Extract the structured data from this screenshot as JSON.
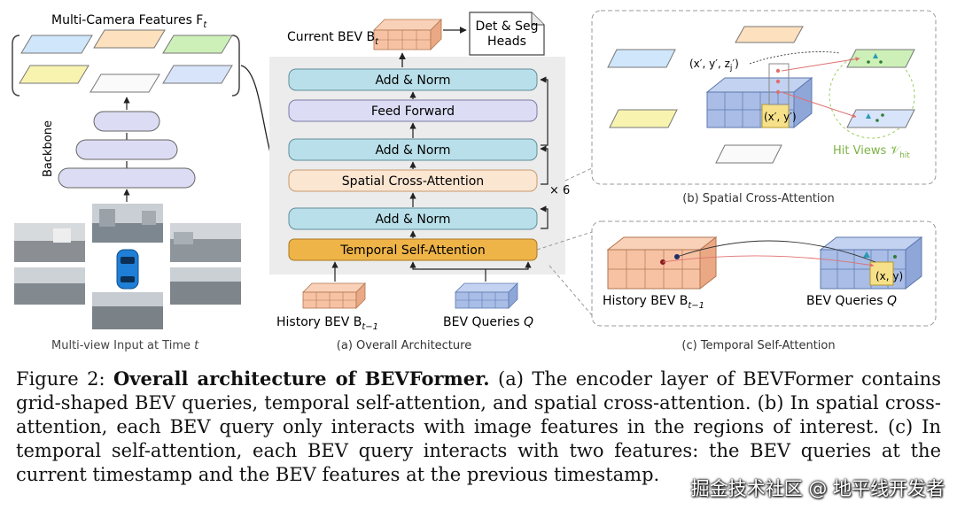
{
  "left": {
    "features_label": "Multi-Camera Features F",
    "features_sub": "t",
    "backbone_label": "Backbone",
    "input_label_pre": "Multi-view Input at Time ",
    "input_label_var": "t"
  },
  "center": {
    "current_bev_pre": "Current BEV B",
    "current_bev_sub": "t",
    "heads_line1": "Det & Seg",
    "heads_line2": "Heads",
    "blocks": {
      "add_norm_3": "Add & Norm",
      "feed_forward": "Feed Forward",
      "add_norm_2": "Add & Norm",
      "spatial_cross_attention": "Spatial Cross-Attention",
      "add_norm_1": "Add & Norm",
      "temporal_self_attention": "Temporal Self-Attention"
    },
    "repeat": "× 6",
    "history_bev_pre": "History BEV B",
    "history_bev_sub": "t−1",
    "bev_queries_pre": "BEV Queries ",
    "bev_queries_var": "Q",
    "subcaption": "(a) Overall Architecture"
  },
  "spatial": {
    "point_label": "(x′, y′, z",
    "point_sub": "j",
    "point_end": "′)",
    "cell_label": "(x′, y′)",
    "hit_views_pre": "Hit Views 𝒱",
    "hit_views_sub": "hit",
    "subcaption": "(b) Spatial Cross-Attention"
  },
  "temporal": {
    "history_bev_pre": "History BEV B",
    "history_bev_sub": "t−1",
    "bev_queries_pre": "BEV Queries ",
    "bev_queries_var": "Q",
    "cell_label": "(x, y)",
    "subcaption": "(c) Temporal Self-Attention"
  },
  "caption": {
    "prefix": "Figure 2: ",
    "title": "Overall architecture of BEVFormer.",
    "body": " (a) The encoder layer of BEVFormer contains grid-shaped BEV queries, temporal self-attention, and spatial cross-attention. (b) In spatial cross-attention, each BEV query only interacts with image features in the regions of interest. (c) In temporal self-attention, each BEV query interacts with two features: the BEV queries at the current timestamp and the BEV features at the previous timestamp."
  },
  "watermark": "掘金技术社区 @ 地平线开发者",
  "colors": {
    "add_norm": "#b9e0ea",
    "feed_forward": "#dcdcf4",
    "spatial_block": "#fbe6d2",
    "temporal_block": "#efb448",
    "panel_bg": "#ececec",
    "history_grid": "#f7c2a4",
    "query_grid": "#a9bde6",
    "hit_views_text": "#7cb342",
    "feature_blue": "#cfe6fb",
    "feature_orange": "#fde0bd",
    "feature_green": "#cdf0b8",
    "feature_yellow": "#f8f4b0",
    "feature_white": "#fafafa"
  }
}
